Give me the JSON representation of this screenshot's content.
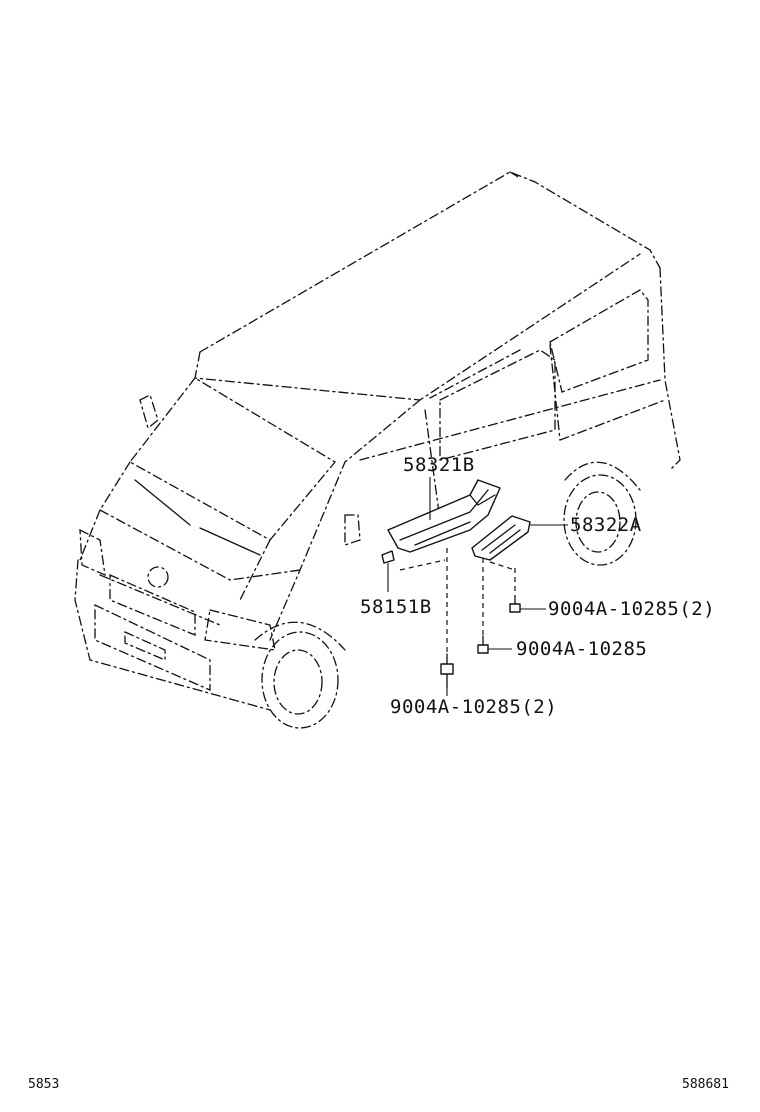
{
  "callouts": {
    "c58321b": "58321B",
    "c58322a": "58322A",
    "c58151b": "58151B",
    "c9004a_r2": "9004A-10285(2)",
    "c9004a_r": "9004A-10285",
    "c9004a_b2": "9004A-10285(2)"
  },
  "footer": {
    "left": "5853",
    "right": "588681"
  }
}
